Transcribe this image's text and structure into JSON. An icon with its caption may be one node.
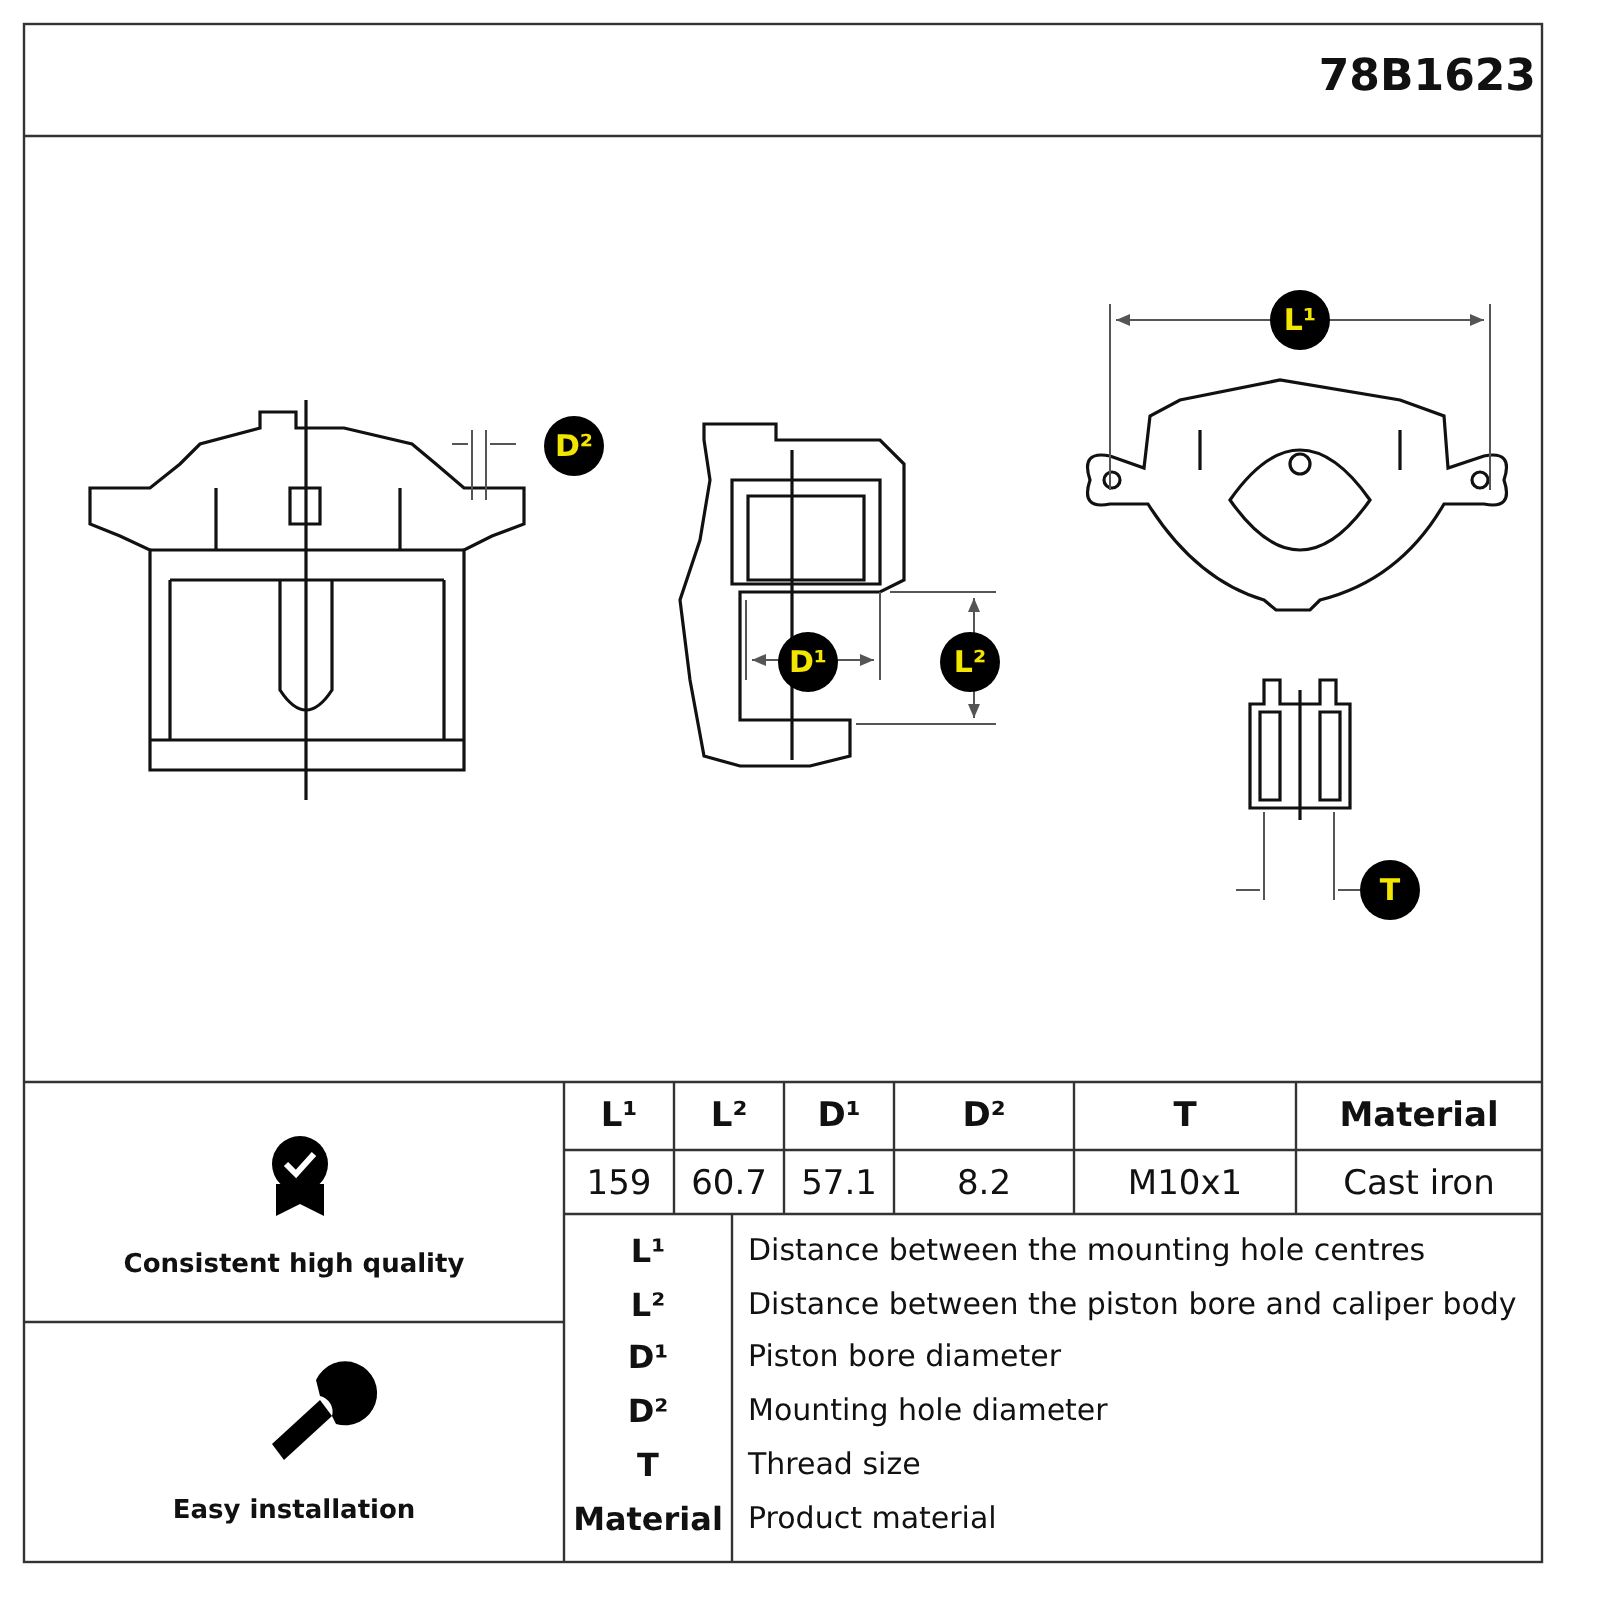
{
  "diagram": {
    "title": "78B1623",
    "labels": [
      "L¹",
      "D²",
      "D¹",
      "L²",
      "T",
      "L¹",
      "L²",
      "D¹",
      "D²",
      "T",
      "Material",
      "159",
      "60.7",
      "57.1",
      "8.2",
      "M10x1",
      "Cast iron",
      "Consistent high quality",
      "L¹",
      "Distance between the mounting hole centres",
      "L²",
      "Distance between the piston bore and caliper body",
      "D¹",
      "Piston bore diameter",
      "D²",
      "Mounting hole diameter",
      "T",
      "Thread size",
      "Easy installation",
      "Material",
      "Product material"
    ]
  }
}
